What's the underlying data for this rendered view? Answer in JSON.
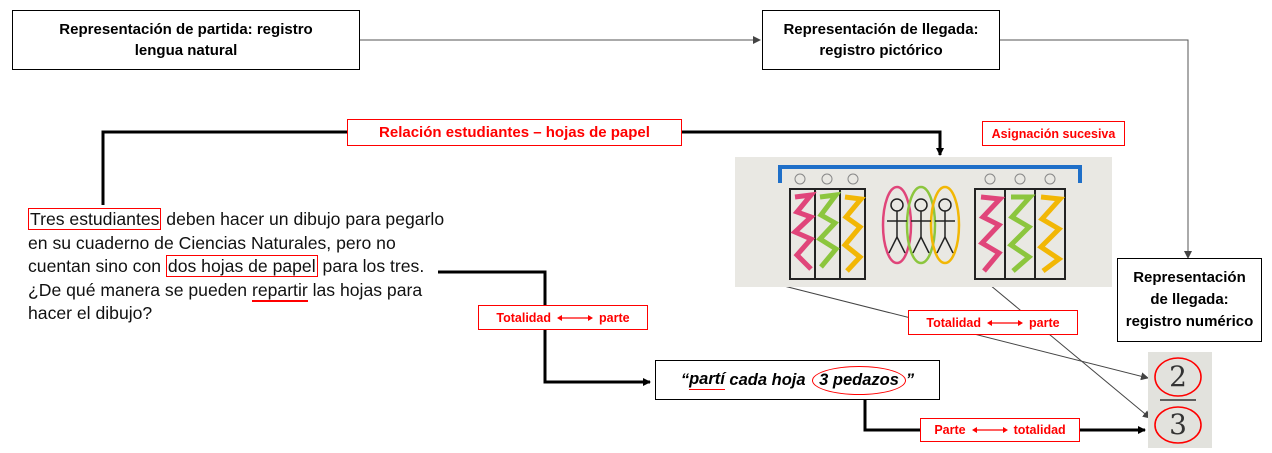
{
  "boxes": {
    "start_line1": "Representación de partida: registro",
    "start_line2": "lengua natural",
    "arrival_picto_line1": "Representación de llegada:",
    "arrival_picto_line2": "registro pictórico",
    "arrival_num_line1": "Representación",
    "arrival_num_line2": "de llegada:",
    "arrival_num_line3": "registro numérico"
  },
  "labels": {
    "relation": "Relación estudiantes – hojas de papel",
    "assignment": "Asignación sucesiva",
    "whole_part_1_left": "Totalidad",
    "whole_part_1_right": "parte",
    "whole_part_2_left": "Totalidad",
    "whole_part_2_right": "parte",
    "part_whole_left": "Parte",
    "part_whole_right": "totalidad"
  },
  "statement": {
    "hl1": "Tres estudiantes",
    "t1": " deben hacer un dibujo para pegarlo en su cuaderno de Ciencias Naturales, pero no cuentan sino con ",
    "hl2": "dos hojas de papel",
    "t2": " para los tres. ¿De qué manera se pueden ",
    "ul": "repartir",
    "t3": " las hojas para hacer el dibujo?"
  },
  "quote": {
    "open": "“",
    "word1": "partí",
    "middle": " cada hoja ",
    "circled": "3 pedazos",
    "close": "”"
  },
  "fraction": {
    "numerator": "2",
    "denominator": "3"
  },
  "colors": {
    "red": "#ff0000",
    "bracket_blue": "#1f6fc8",
    "pink": "#e0457a",
    "green": "#8cc63e",
    "yellow": "#f2b705"
  }
}
